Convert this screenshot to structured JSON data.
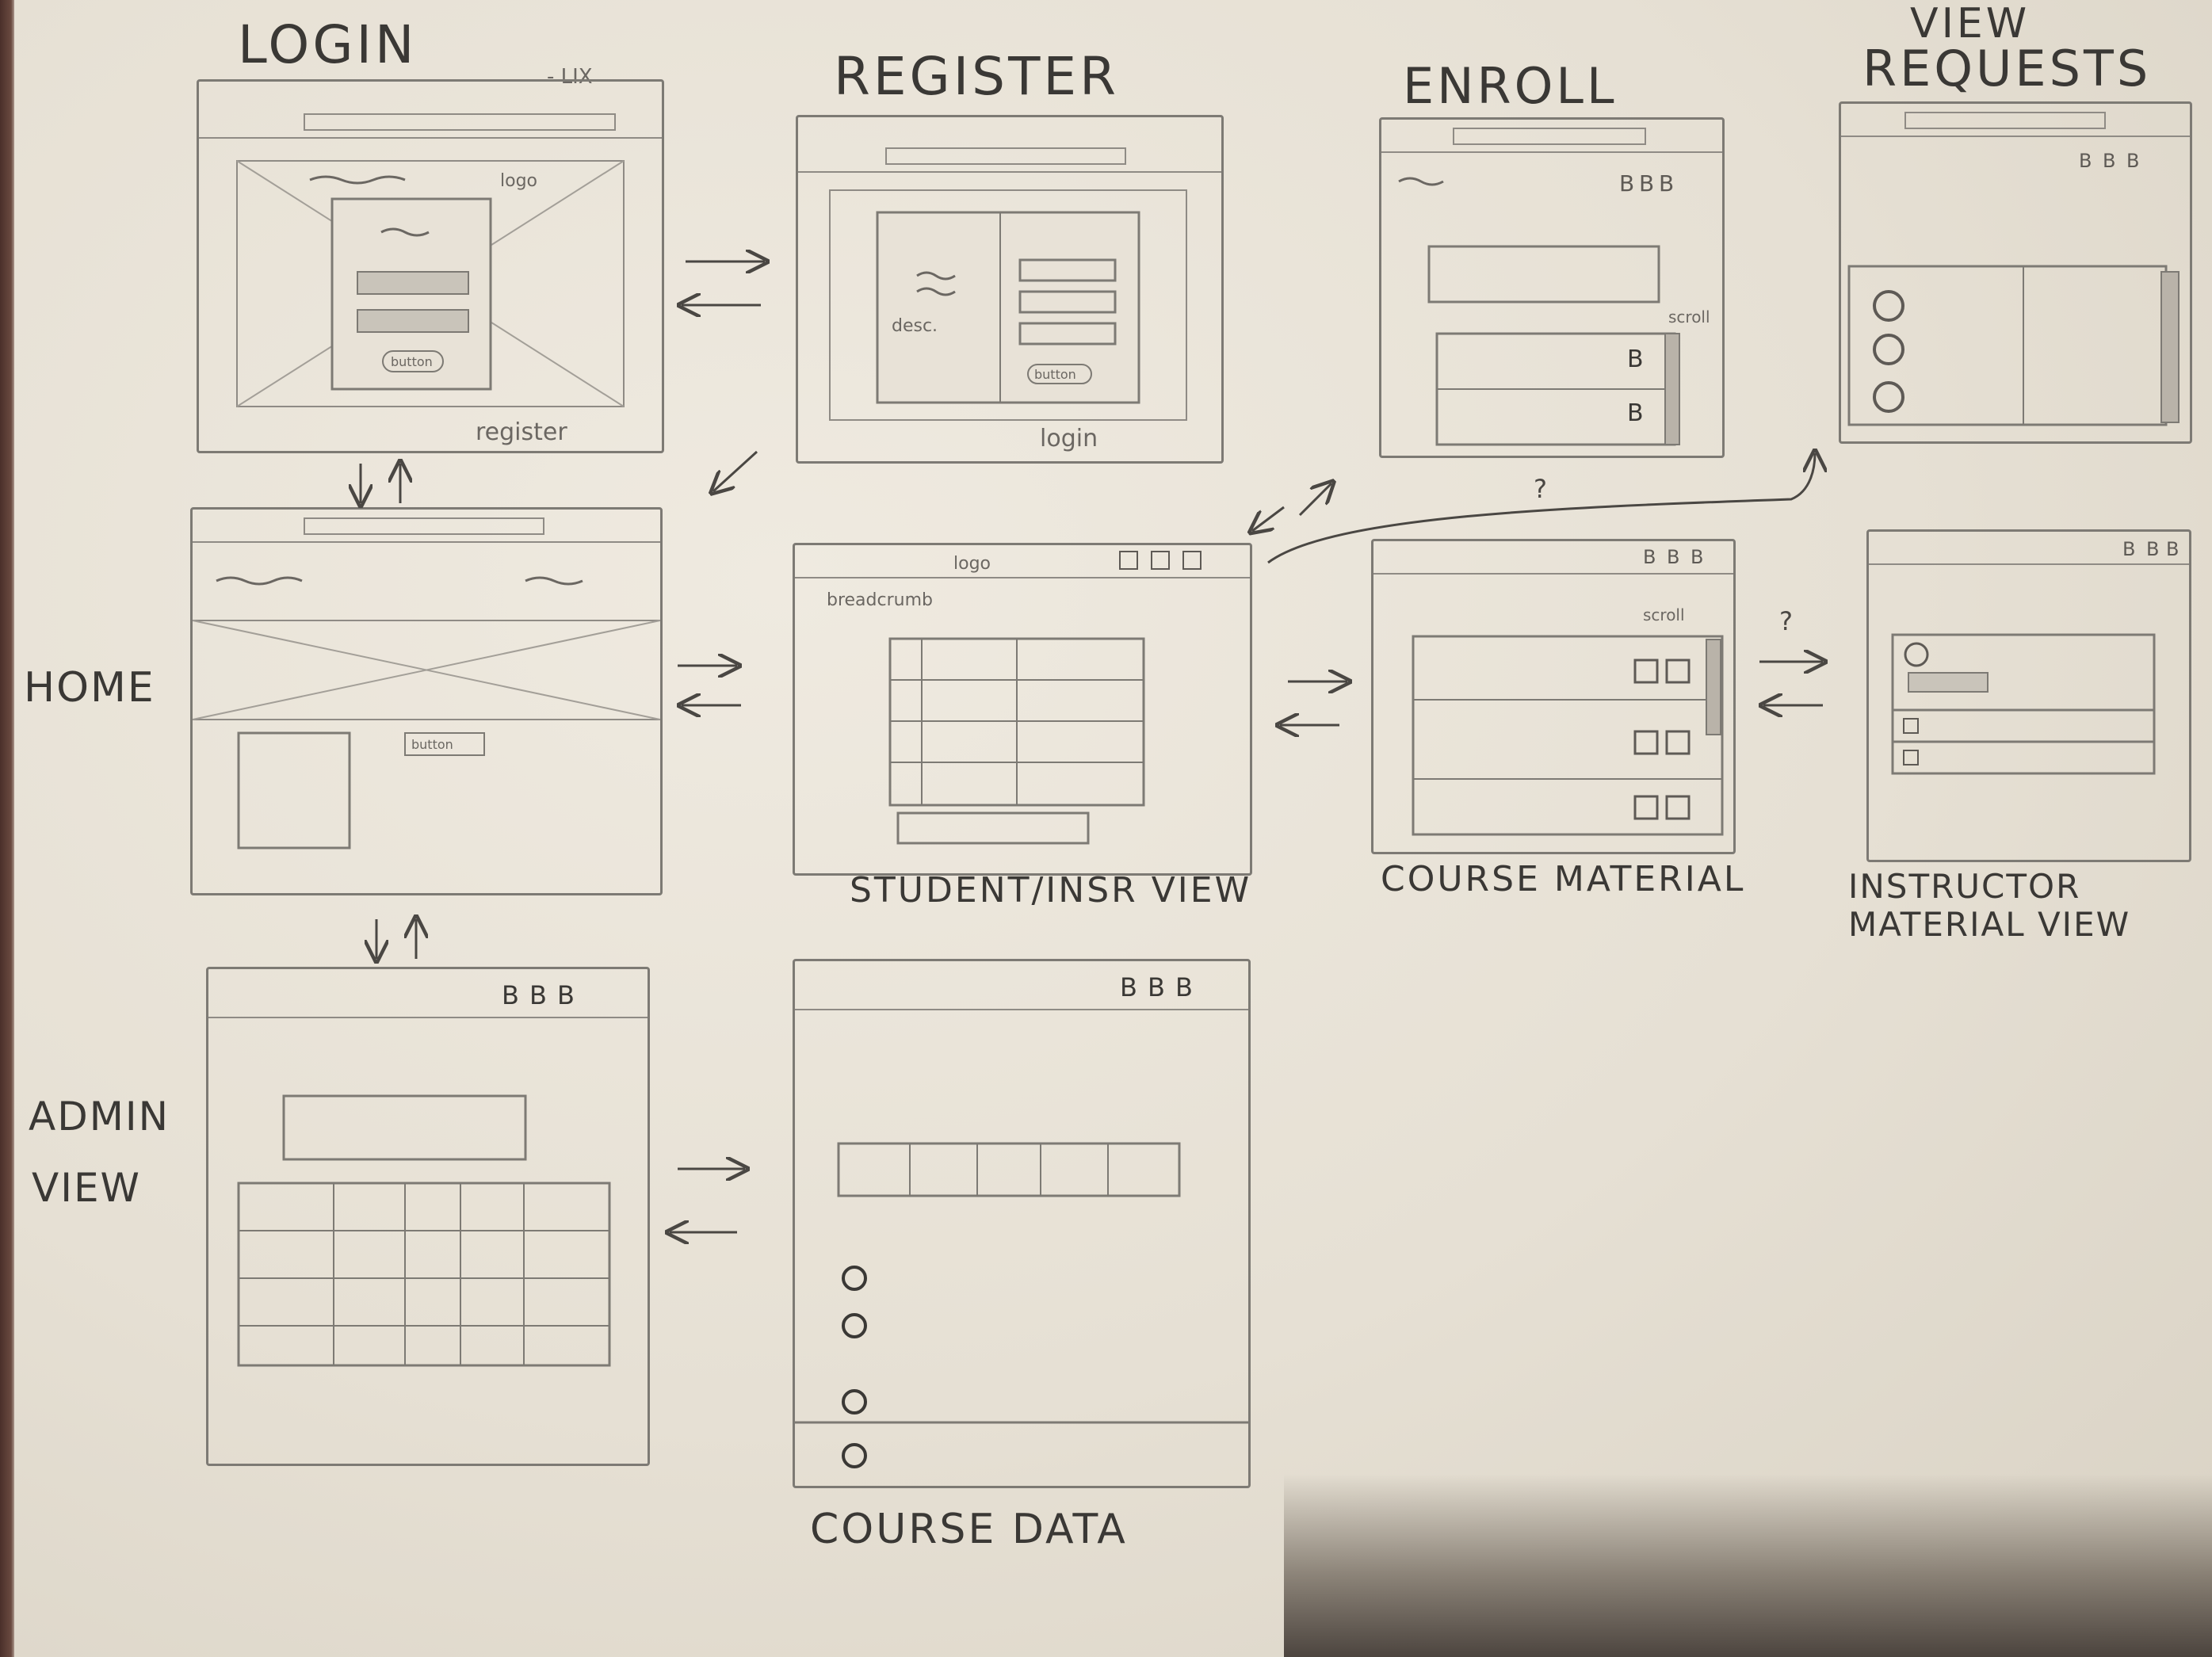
{
  "screens": {
    "login": {
      "title": "LOGIN",
      "note": "- LIX",
      "logo": "logo",
      "button": "button",
      "register_link": "register"
    },
    "register": {
      "title": "REGISTER",
      "desc": "desc.",
      "button": "button",
      "login_link": "login"
    },
    "enroll": {
      "title": "ENROLL",
      "scroll": "scroll"
    },
    "view_requests": {
      "title_line1": "VIEW",
      "title_line2": "REQUESTS"
    },
    "home": {
      "title": "HOME",
      "button": "button"
    },
    "student_view": {
      "title": "STUDENT/INSR VIEW",
      "logo": "logo",
      "breadcrumb": "breadcrumb"
    },
    "course_material": {
      "title": "COURSE MATERIAL",
      "scroll": "scroll"
    },
    "instructor_material": {
      "title_line1": "INSTRUCTOR",
      "title_line2": "MATERIAL VIEW"
    },
    "admin_view": {
      "title_line1": "ADMIN",
      "title_line2": "VIEW"
    },
    "course_data": {
      "title": "COURSE DATA"
    }
  },
  "icon_glyph": "B",
  "question_mark": "?",
  "colors": {
    "pencil": "#7d7a74",
    "pencil_dark": "#3a3835",
    "paper": "#e8e2d7"
  }
}
